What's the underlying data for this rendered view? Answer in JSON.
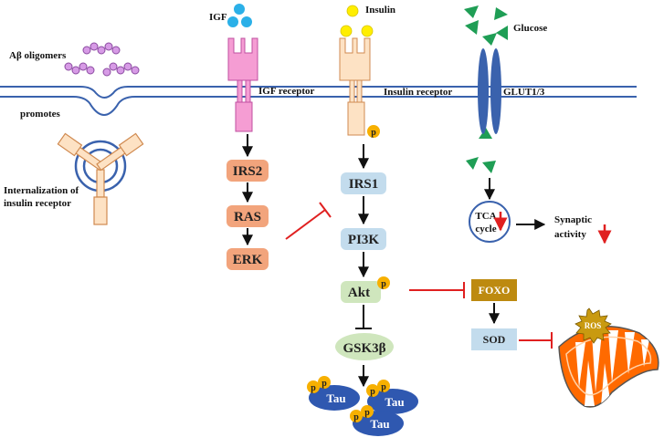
{
  "ligands": {
    "igf": "IGF",
    "insulin": "Insulin",
    "glucose": "Glucose",
    "abeta": "Aβ oligomers"
  },
  "membrane_labels": {
    "igf_receptor": "IGF receptor",
    "insulin_receptor": "Insulin receptor",
    "glut": "GLUT1/3",
    "promotes": "promotes"
  },
  "internalization": {
    "line1": "Internalization of",
    "line2": "insulin receptor"
  },
  "igf_pathway": [
    "IRS2",
    "RAS",
    "ERK"
  ],
  "insulin_pathway": {
    "irs1": "IRS1",
    "pi3k": "PI3K",
    "akt": "Akt",
    "gsk3b": "GSK3β"
  },
  "phospho_label": "p",
  "tau_label": "Tau",
  "glucose_pathway": {
    "tca_line1": "TCA",
    "tca_line2": "cycle",
    "synaptic_line1": "Synaptic",
    "synaptic_line2": "activity"
  },
  "foxo_pathway": {
    "foxo": "FOXO",
    "sod": "SOD",
    "ros": "ROS"
  },
  "colors": {
    "membrane": "#3a62ad",
    "igf_ligand": "#2bb0e8",
    "insulin_ligand": "#ffee00",
    "glucose": "#1f9e55",
    "igf_receptor": "#f59dd3",
    "insulin_receptor": "#fde2c4",
    "glut": "#3a62ad",
    "abeta": "#d79be6",
    "orange_node": "#f2a47c",
    "blue_node": "#c3dced",
    "green_node": "#cfe6bd",
    "foxo": "#bd8a10",
    "sod": "#c3dced",
    "tau": "#2f58b0",
    "phospho": "#f7b000",
    "inhibit": "#e02020",
    "ros_burst": "#c99a10",
    "mito": "#ff6a00"
  }
}
